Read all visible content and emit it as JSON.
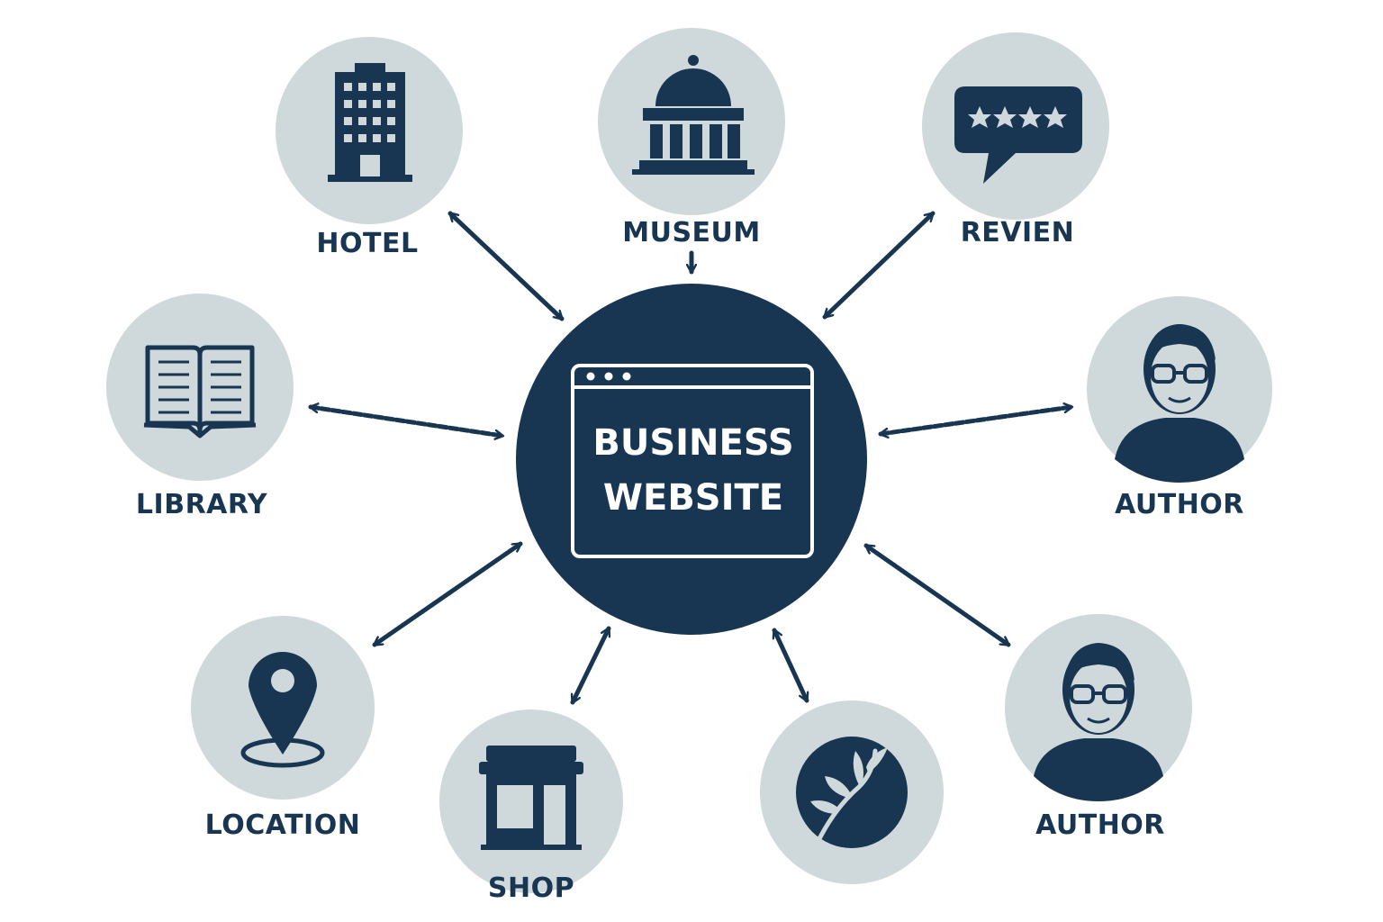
{
  "colors": {
    "navy": "#183552",
    "circle_fill": "#cfd9dc",
    "hub_fill": "#183552",
    "label": "#183552",
    "hub_text": "#ffffff",
    "background": "#ffffff"
  },
  "hub": {
    "title_line1": "BUSINESS",
    "title_line2": "WEBSITE",
    "icon": "browser-window-icon"
  },
  "nodes": {
    "hotel": {
      "label": "HOTEL",
      "icon": "hotel-building-icon"
    },
    "museum": {
      "label": "MUSEUM",
      "icon": "museum-icon"
    },
    "review": {
      "label": "REVIEN",
      "icon": "review-stars-icon"
    },
    "library": {
      "label": "LIBRARY",
      "icon": "open-book-icon"
    },
    "author1": {
      "label": "AUTHOR",
      "icon": "person-glasses-icon"
    },
    "location": {
      "label": "LOCATION",
      "icon": "map-pin-icon"
    },
    "shop": {
      "label": "SHOP",
      "icon": "storefront-icon"
    },
    "leaf": {
      "label": "",
      "icon": "leaf-icon"
    },
    "author2": {
      "label": "AUTHOR",
      "icon": "person-glasses-icon"
    }
  }
}
